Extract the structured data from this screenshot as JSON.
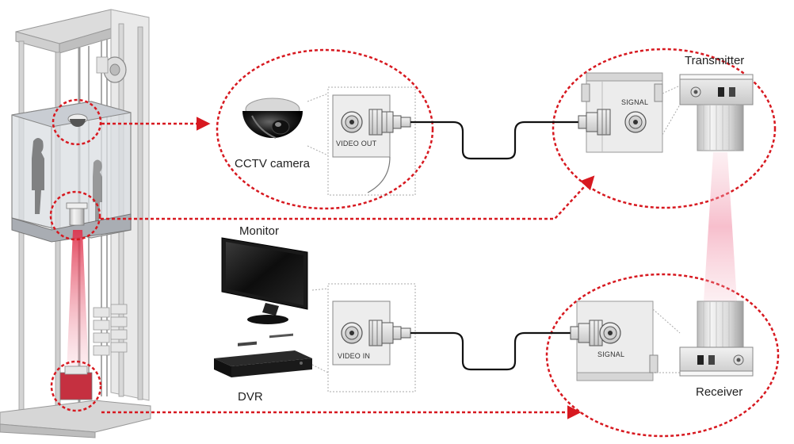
{
  "labels": {
    "cctv_camera": "CCTV camera",
    "monitor": "Monitor",
    "dvr": "DVR",
    "transmitter": "Transmitter",
    "receiver": "Receiver",
    "video_out": "VIDEO OUT",
    "video_in": "VIDEO IN",
    "signal_tx": "SIGNAL",
    "signal_rx": "SIGNAL"
  },
  "colors": {
    "accent_red": "#d71920",
    "beam_pink": "#f2a9b8",
    "cable": "#111111",
    "panel_grey": "#e6e6e6"
  },
  "icons": [
    "dome-camera-icon",
    "monitor-icon",
    "dvr-icon",
    "bnc-connector-icon",
    "transmitter-icon",
    "receiver-icon",
    "elevator-shaft-illustration"
  ]
}
